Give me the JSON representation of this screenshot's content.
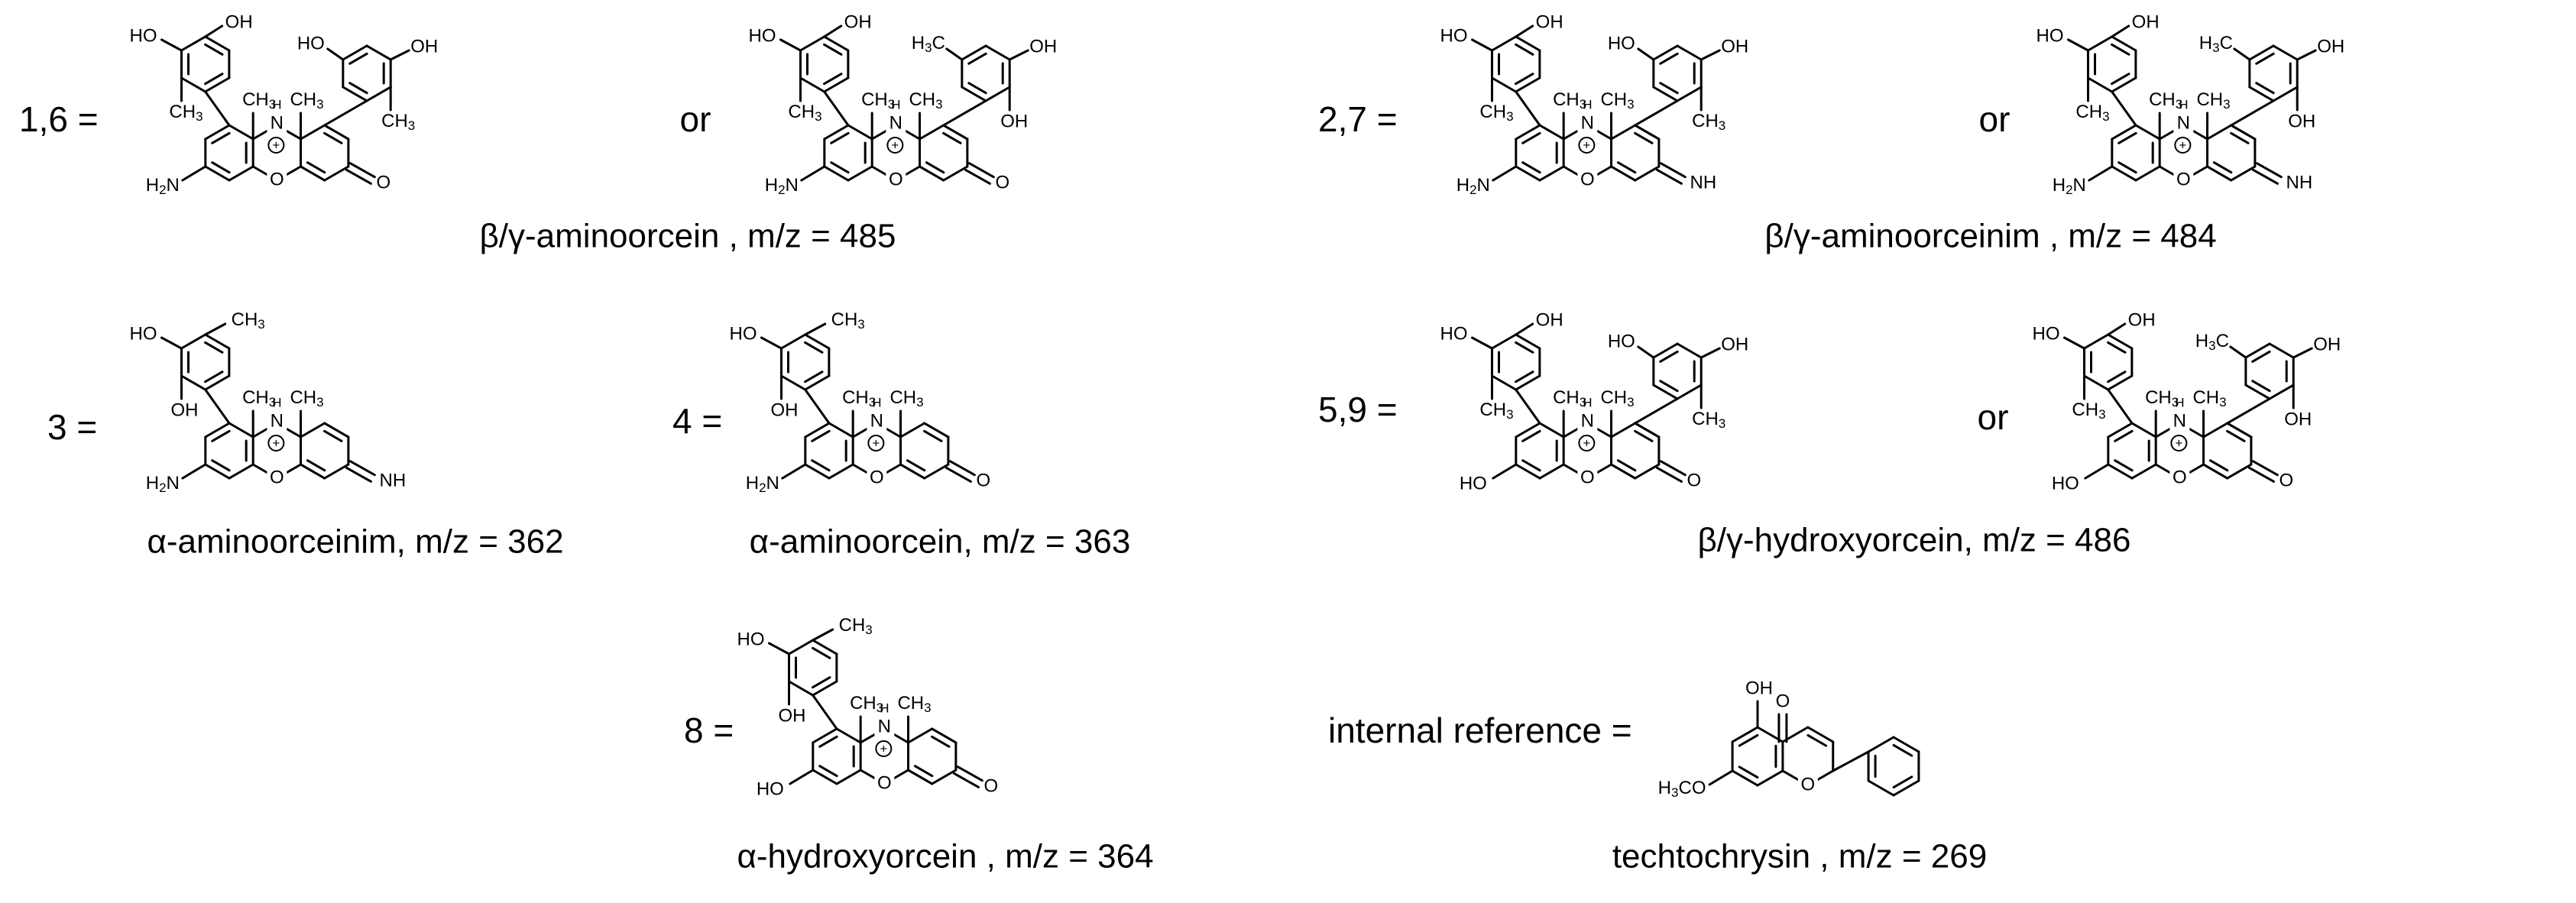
{
  "structures": [
    {
      "id": "s16",
      "number": "1,6 =",
      "caption": "β/γ-aminoorcein , m/z = 485",
      "alternate": "or"
    },
    {
      "id": "s27",
      "number": "2,7 =",
      "caption": "β/γ-aminoorceinim , m/z = 484",
      "alternate": "or"
    },
    {
      "id": "s3",
      "number": "3 =",
      "caption": "α-aminoorceinim, m/z = 362"
    },
    {
      "id": "s4",
      "number": "4 =",
      "caption": "α-aminoorcein, m/z = 363"
    },
    {
      "id": "s59",
      "number": "5,9 =",
      "caption": "β/γ-hydroxyorcein, m/z = 486",
      "alternate": "or"
    },
    {
      "id": "s8",
      "number": "8 =",
      "caption": "α-hydroxyorcein , m/z = 364"
    },
    {
      "id": "sref",
      "number": "internal reference =",
      "caption": "techtochrysin , m/z = 269"
    }
  ],
  "atoms": {
    "oh": "OH",
    "ho": "HO",
    "ch3": "CH3",
    "h3c": "H3C",
    "nh2": "H2N",
    "nh": "NH",
    "n": "N",
    "h": "H",
    "o": "O",
    "plus": "+",
    "h3co": "H3CO"
  }
}
